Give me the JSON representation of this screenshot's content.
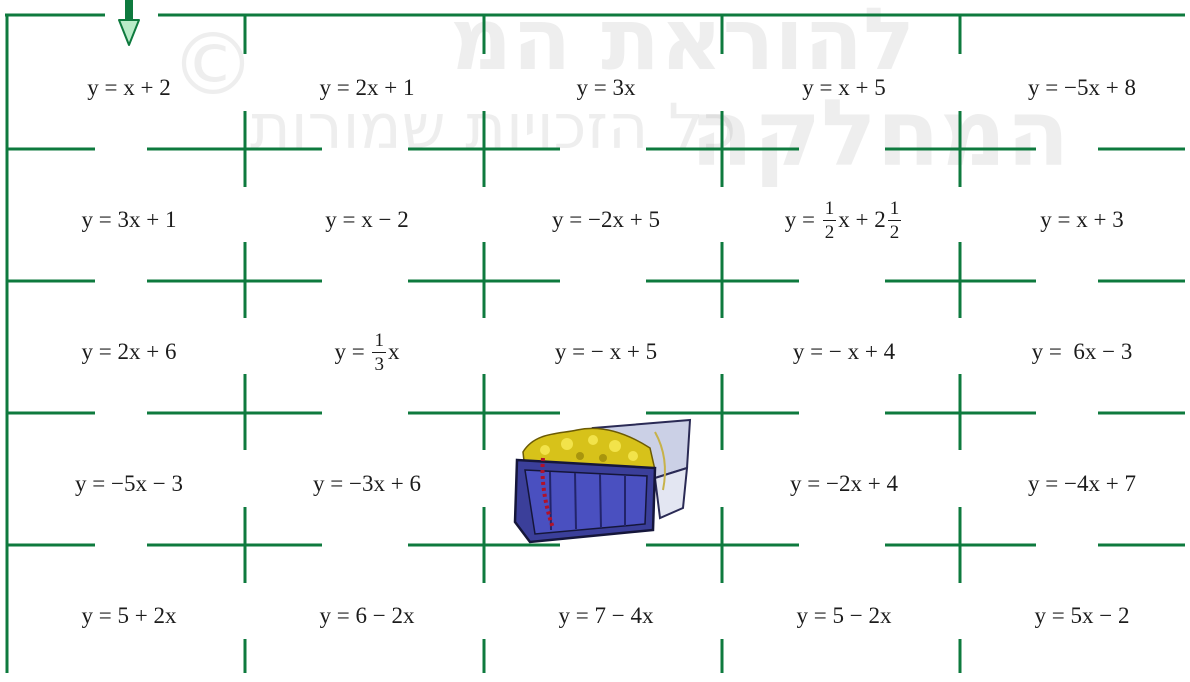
{
  "title": "",
  "colors": {
    "grid": "#0e7a3e",
    "text": "#1c1c1c",
    "chest_body": "#3b3f9a",
    "gold": "#d7c21a"
  },
  "grid": {
    "rows": 5,
    "cols": 5
  },
  "start_marker": {
    "icon": "down-arrow-icon",
    "color": "#0e7a3e"
  },
  "goal": {
    "icon": "treasure-chest-icon",
    "row": 3,
    "col": 2
  },
  "cells": [
    [
      {
        "text": "y = x + 2"
      },
      {
        "text": "y = 2x + 1"
      },
      {
        "text": "y = 3x"
      },
      {
        "text": "y = x + 5"
      },
      {
        "text": "y = −5x + 8"
      }
    ],
    [
      {
        "text": "y = 3x + 1"
      },
      {
        "text": "y = x − 2"
      },
      {
        "text": "y = −2x + 5"
      },
      {
        "pre": "y = ",
        "frac1": {
          "num": "1",
          "den": "2"
        },
        "mid": "x + 2",
        "frac2": {
          "num": "1",
          "den": "2"
        }
      },
      {
        "text": "y = x + 3"
      }
    ],
    [
      {
        "text": "y = 2x + 6"
      },
      {
        "pre": "y = ",
        "frac1": {
          "num": "1",
          "den": "3"
        },
        "mid": "x"
      },
      {
        "text": "y = − x + 5"
      },
      {
        "text": "y = − x + 4"
      },
      {
        "text": "y =  6x − 3"
      }
    ],
    [
      {
        "text": "y = −5x − 3"
      },
      {
        "text": "y = −3x + 6"
      },
      {
        "text": ""
      },
      {
        "text": "y = −2x + 4"
      },
      {
        "text": "y = −4x + 7"
      }
    ],
    [
      {
        "text": "y = 5 + 2x"
      },
      {
        "text": "y = 6 − 2x"
      },
      {
        "text": "y = 7 − 4x"
      },
      {
        "text": "y = 5 − 2x"
      },
      {
        "text": "y = 5x − 2"
      }
    ]
  ],
  "watermark": {
    "line1": "להוראת המ",
    "line2": "המחלקה",
    "line3": "כל הזכויות שמורות",
    "copyright": "©"
  }
}
